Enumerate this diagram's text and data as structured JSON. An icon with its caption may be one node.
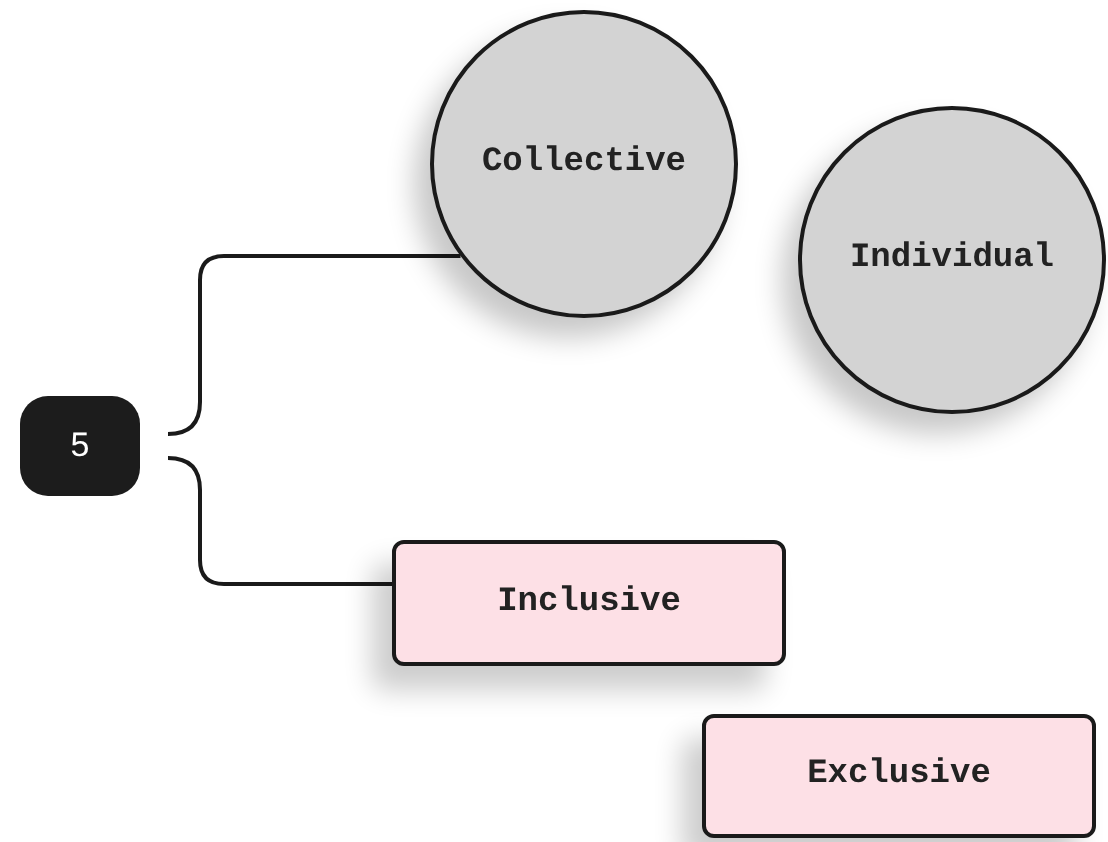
{
  "diagram": {
    "nodes": [
      {
        "text": [
          "5"
        ]
      },
      {
        "text": [
          "Collective"
        ]
      },
      {
        "text": [
          "Individual"
        ]
      },
      {
        "text": [
          "Inclusive"
        ]
      },
      {
        "text": [
          "Exclusive"
        ]
      }
    ],
    "edges": [
      {
        "from": 0,
        "to": 1,
        "arrow": "none"
      },
      {
        "from": 0,
        "to": 3,
        "arrow": "none"
      }
    ]
  }
}
